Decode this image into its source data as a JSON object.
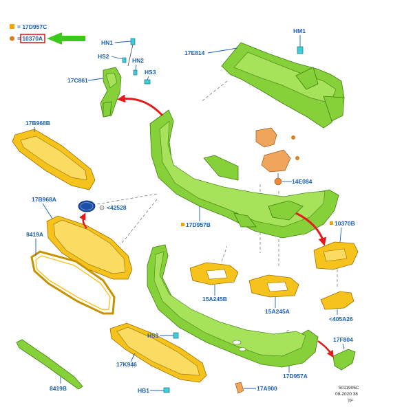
{
  "legend": [
    {
      "label": "= 17D957C",
      "swatch_color": "#f4a300",
      "swatch_shape": "square"
    },
    {
      "label": "= 10370A",
      "swatch_color": "#d9821e",
      "swatch_shape": "circle",
      "highlighted": true
    }
  ],
  "callouts": {
    "hn1": "HN1",
    "hs2": "HS2",
    "hn2": "HN2",
    "hs3": "HS3",
    "c17c861": "17C861",
    "hm1": "HM1",
    "e17e814": "17E814",
    "b17b968b": "17B968B",
    "b17b968a": "17B968A",
    "n42528": "<42528",
    "a8419a": "8419A",
    "d17d957b": "17D957B",
    "e14e084": "14E084",
    "b10370b": "10370B",
    "a405a26": "<405A26",
    "a15a245b": "15A245B",
    "a15a245a": "15A245A",
    "hs1": "HS1",
    "k17k946": "17K946",
    "hb1": "HB1",
    "b8419b": "8419B",
    "a17a900": "17A900",
    "d17d957a": "17D957A",
    "f17f804": "17F804"
  },
  "footer": {
    "line1": "5011905C",
    "line2": "09-2020 38",
    "line3": "TF"
  },
  "colors": {
    "callout_text": "#1a5fb4",
    "bumper_green": "#86d13a",
    "grille_yellow": "#f6c21c",
    "bracket_orange": "#f0a55c",
    "red_arrow": "#e31b1b",
    "green_arrow": "#3dc91a",
    "highlight_box": "#e31b1b"
  }
}
